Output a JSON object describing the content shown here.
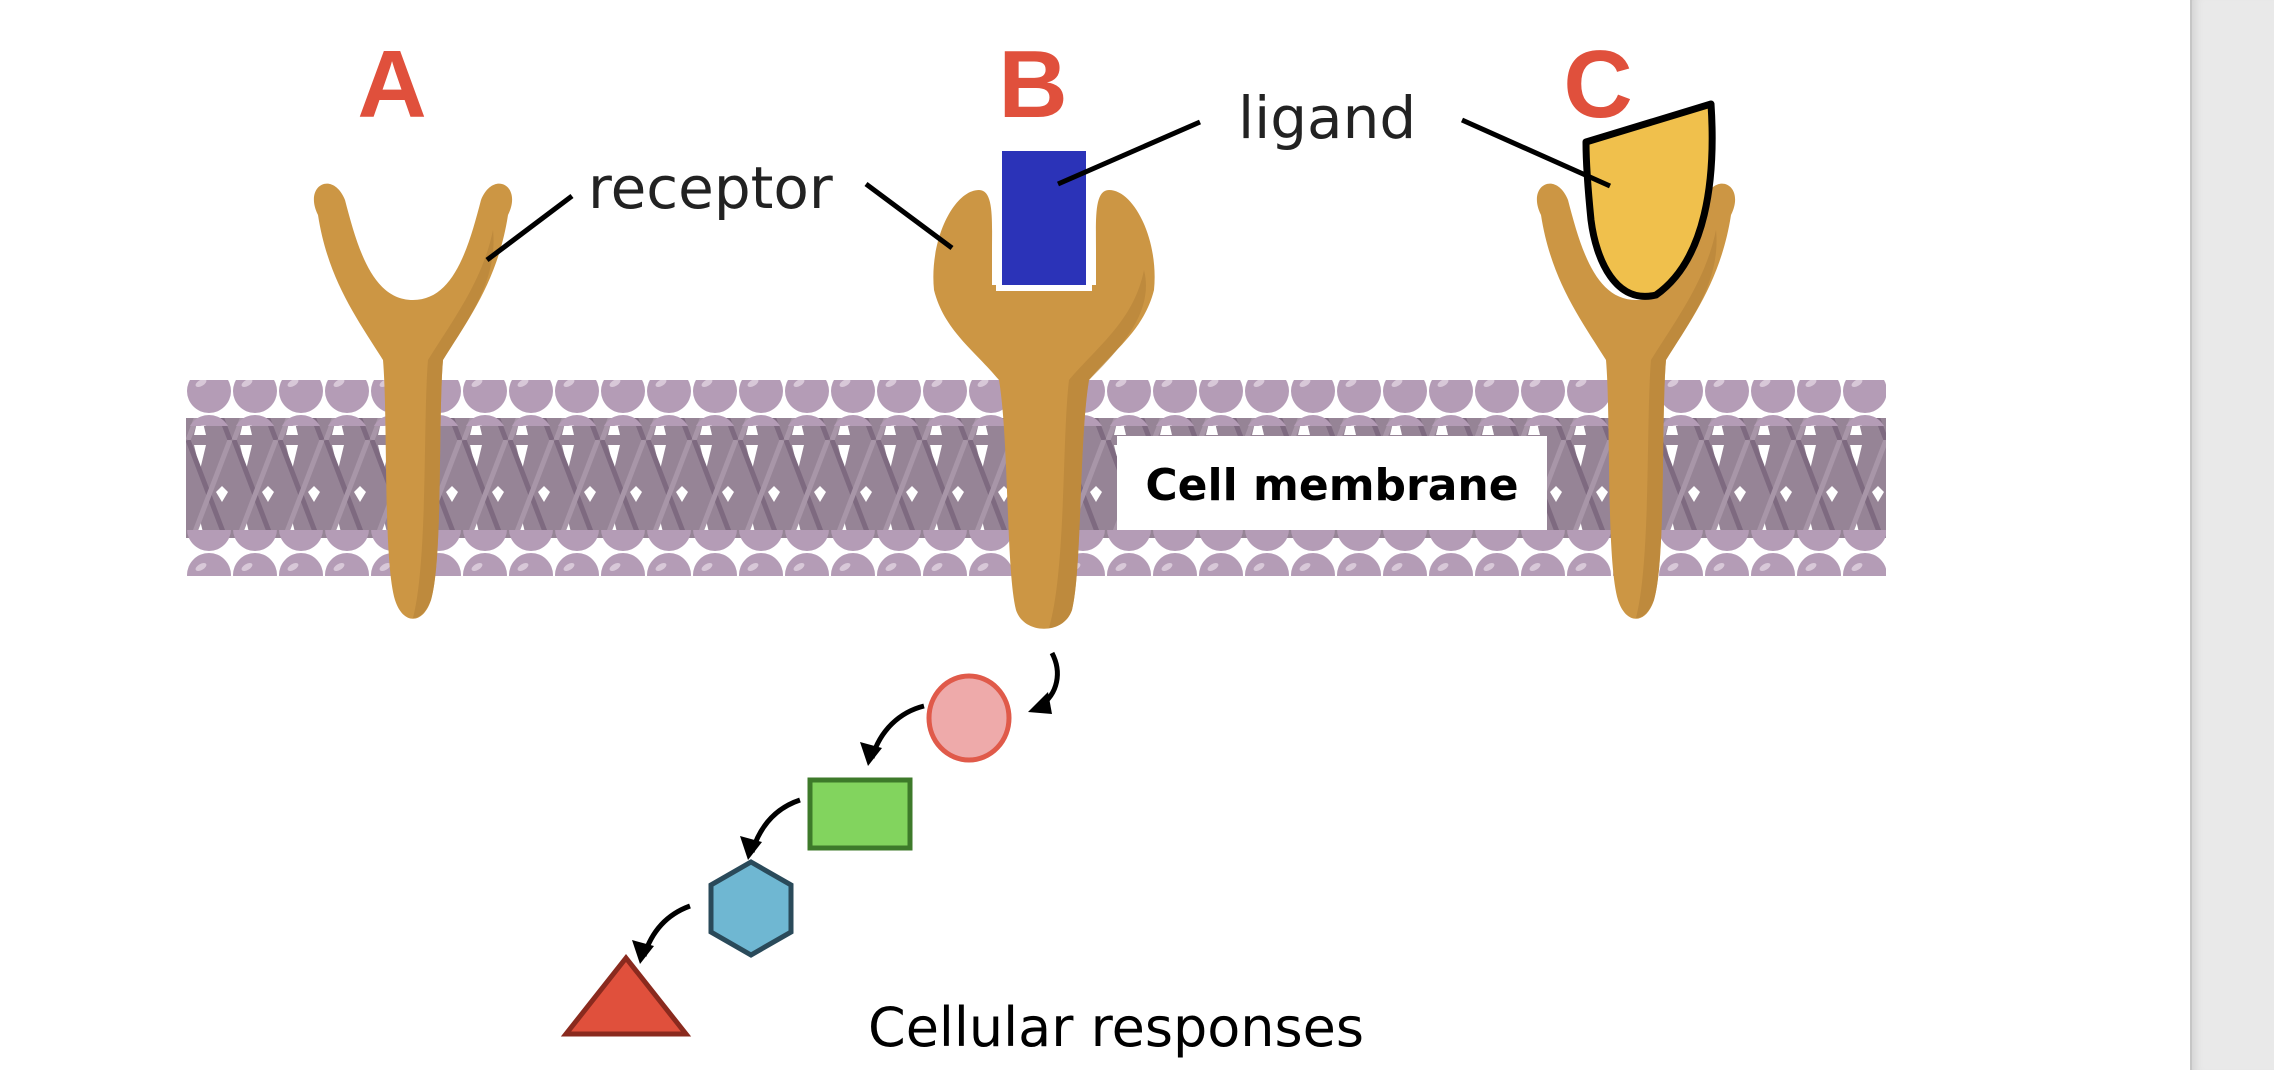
{
  "diagram": {
    "labels": {
      "a": "A",
      "b": "B",
      "c": "C",
      "receptor": "receptor",
      "ligand": "ligand",
      "cell_membrane": "Cell membrane",
      "cellular_responses": "Cellular responses"
    },
    "receptors": [
      {
        "id": "A",
        "ligand": "none"
      },
      {
        "id": "B",
        "ligand": "rectangle",
        "ligand_color": "#2b33b8"
      },
      {
        "id": "C",
        "ligand": "shield",
        "ligand_color": "#f0c04c"
      }
    ],
    "cascade": [
      {
        "shape": "circle",
        "color": "#eeaaaa",
        "stroke": "#e05a4a"
      },
      {
        "shape": "rectangle",
        "color": "#82d45e",
        "stroke": "#3d7a2a"
      },
      {
        "shape": "hexagon",
        "color": "#6fb7d2",
        "stroke": "#2a4a5a"
      },
      {
        "shape": "triangle",
        "color": "#e0503c",
        "stroke": "#8a2a1e"
      }
    ],
    "colors": {
      "letter_red": "#e0503c",
      "receptor_tan": "#cc9644",
      "receptor_shadow": "#b8843a",
      "membrane_head": "#b49cb6",
      "membrane_tail": "#968496"
    }
  }
}
